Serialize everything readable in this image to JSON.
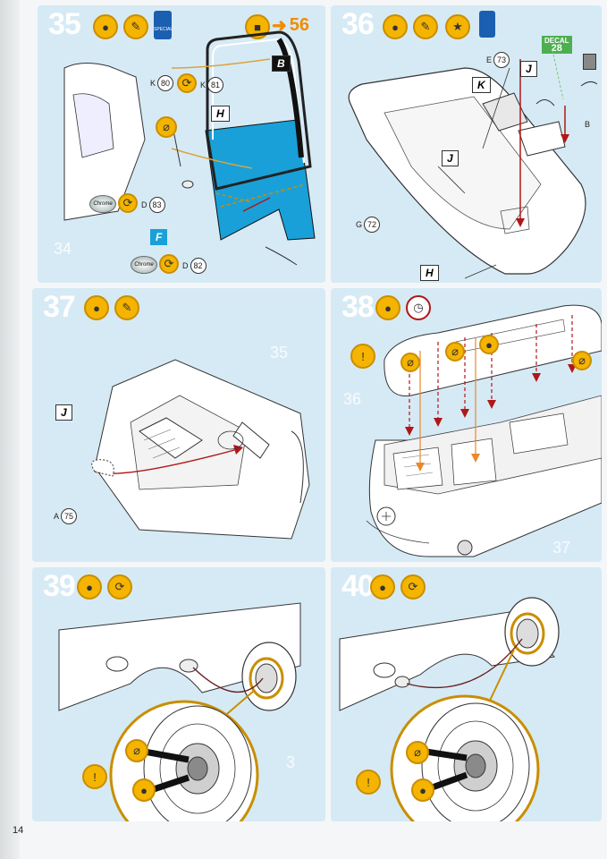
{
  "page_number": "14",
  "steps": [
    {
      "number": "35",
      "ref_step": "56",
      "ghost": "34",
      "tags": {
        "b": "B",
        "h": "H",
        "f": "F"
      },
      "parts": {
        "k80": "K",
        "k80n": "80",
        "k81": "K",
        "k81n": "81",
        "d83": "D",
        "d83n": "83",
        "d82": "D",
        "d82n": "82"
      },
      "chrome": "Chrome",
      "paint_special": "SPECIAL"
    },
    {
      "number": "36",
      "tags": {
        "k": "K",
        "j1": "J",
        "j2": "J",
        "h": "H"
      },
      "parts": {
        "e73": "E",
        "e73n": "73",
        "g72": "G",
        "g72n": "72",
        "b": "B"
      },
      "decal": {
        "label": "DECAL",
        "number": "28"
      }
    },
    {
      "number": "37",
      "ghost": "35",
      "tags": {
        "j": "J"
      },
      "parts": {
        "a75": "A",
        "a75n": "75"
      }
    },
    {
      "number": "38",
      "ghost": "36",
      "ghost2": "37"
    },
    {
      "number": "39",
      "ghost": "3"
    },
    {
      "number": "40"
    }
  ],
  "icons": {
    "glue": "glue-icon",
    "paint": "paint-brush-icon",
    "clock": "clock-icon",
    "warning": "warning-icon",
    "no_glue": "no-glue-icon",
    "rotate": "rotate-icon",
    "sticker": "sticker-icon"
  },
  "colors": {
    "panel": "#d6eaf5",
    "accent": "#f5b400",
    "blue_part": "#1aa0d8",
    "arrow_red": "#b01717",
    "arrow_orange": "#e8892a"
  }
}
